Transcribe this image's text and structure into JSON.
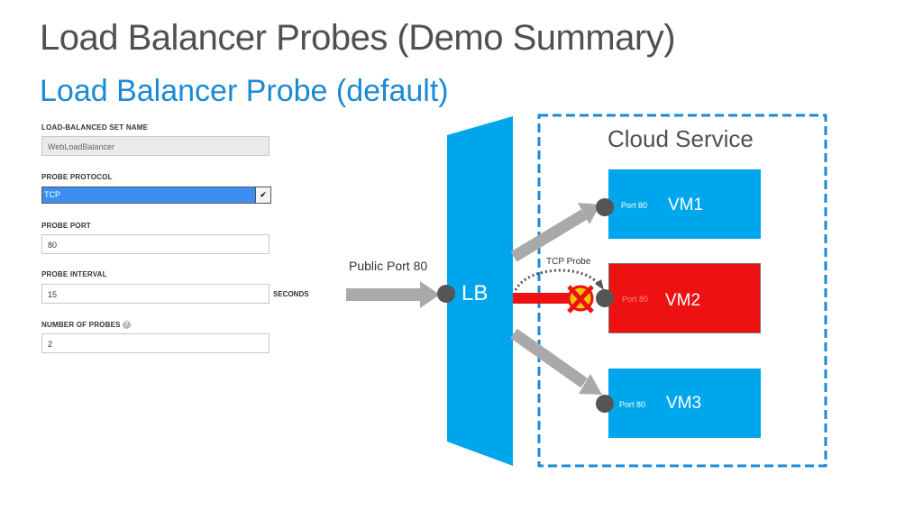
{
  "header": {
    "title": "Load Balancer Probes (Demo Summary)",
    "subtitle": "Load Balancer Probe (default)"
  },
  "form": {
    "set_name_label": "LOAD-BALANCED SET NAME",
    "set_name_value": "WebLoadBalancer",
    "protocol_label": "PROBE PROTOCOL",
    "protocol_value": "TCP",
    "port_label": "PROBE PORT",
    "port_value": "80",
    "interval_label": "PROBE INTERVAL",
    "interval_value": "15",
    "interval_unit": "SECONDS",
    "count_label": "NUMBER OF PROBES",
    "count_help": "?",
    "count_value": "2"
  },
  "diagram": {
    "public_port_label": "Public Port 80",
    "lb_label": "LB",
    "cloud_label": "Cloud Service",
    "probe_label": "TCP Probe",
    "vms": [
      {
        "name": "VM1",
        "port": "Port 80",
        "status": "healthy"
      },
      {
        "name": "VM2",
        "port": "Port 80",
        "status": "failed"
      },
      {
        "name": "VM3",
        "port": "Port 80",
        "status": "healthy"
      }
    ],
    "colors": {
      "azure": "#00a6ec",
      "failed": "#ee1111",
      "arrow": "#a9a9a9",
      "node": "#555555",
      "title_blue": "#1a8ad6"
    }
  }
}
